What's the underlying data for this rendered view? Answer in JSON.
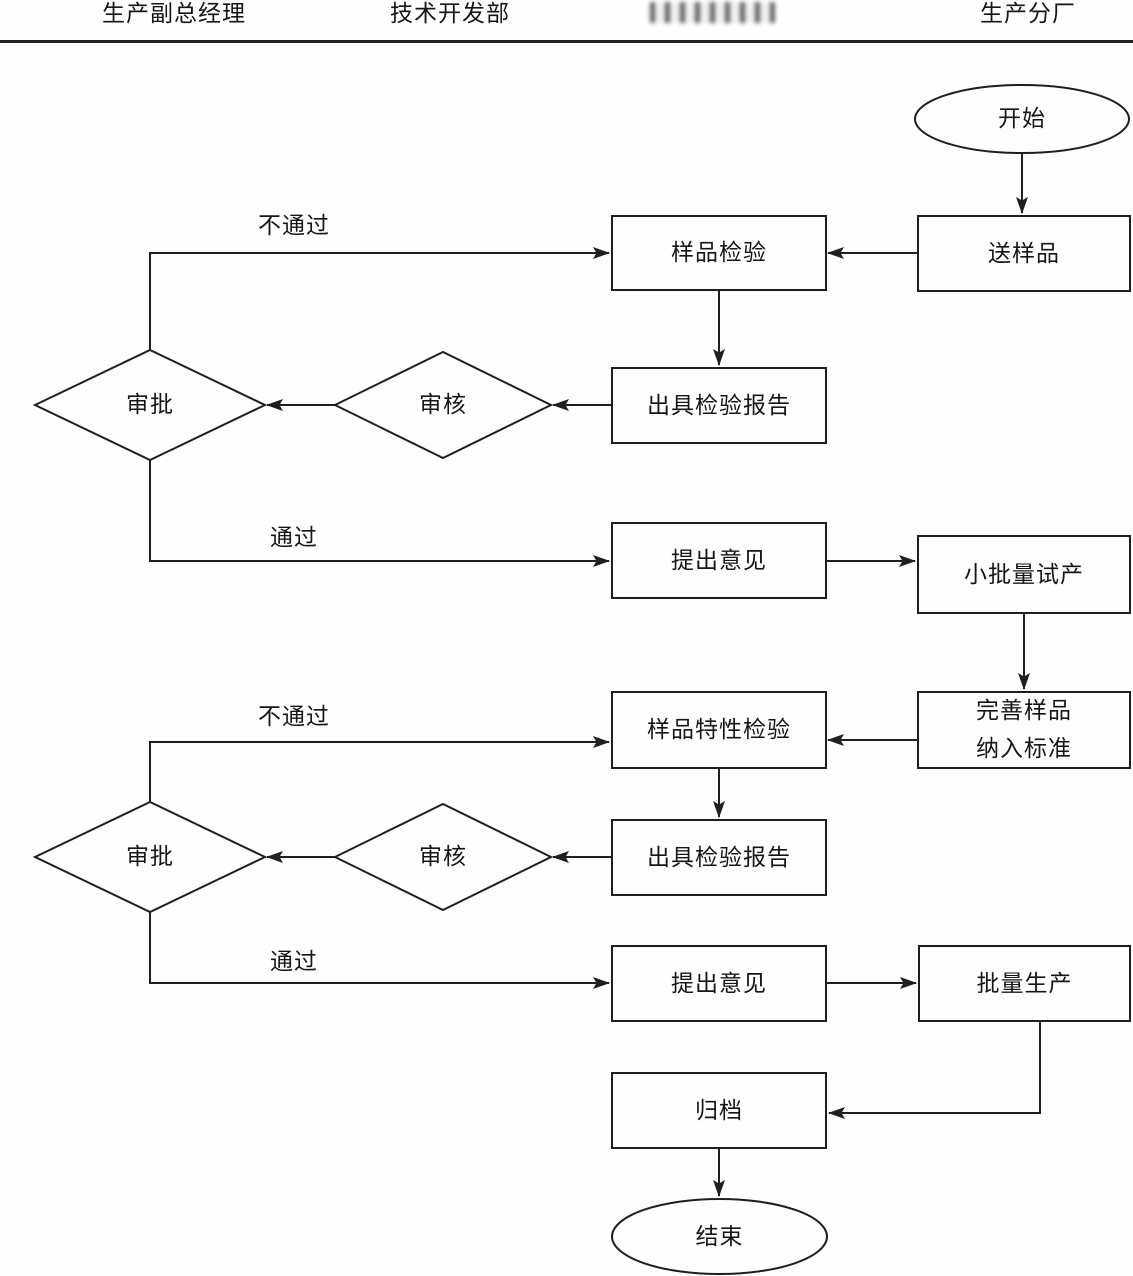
{
  "header": {
    "col1": "生产副总经理",
    "col2": "技术开发部",
    "col3_state": "obscured-illegible",
    "col4": "生产分厂"
  },
  "nodes": {
    "start": "开始",
    "send_sample": "送样品",
    "sample_inspection": "样品检验",
    "issue_report_1": "出具检验报告",
    "review_1": "审核",
    "approve_1": "审批",
    "propose_opinion_1": "提出意见",
    "small_batch_trial": "小批量试产",
    "improve_sample": {
      "line1": "完善样品",
      "line2": "纳入标准"
    },
    "sample_trait_inspection": "样品特性检验",
    "issue_report_2": "出具检验报告",
    "review_2": "审核",
    "approve_2": "审批",
    "propose_opinion_2": "提出意见",
    "batch_production": "批量生产",
    "archive": "归档",
    "end": "结束"
  },
  "edges": {
    "fail_1": "不通过",
    "pass_1": "通过",
    "fail_2": "不通过",
    "pass_2": "通过"
  },
  "colors": {
    "stroke": "#1f1f1f",
    "text": "#161616",
    "background": "#fefefe",
    "header_rule": "#222222"
  }
}
